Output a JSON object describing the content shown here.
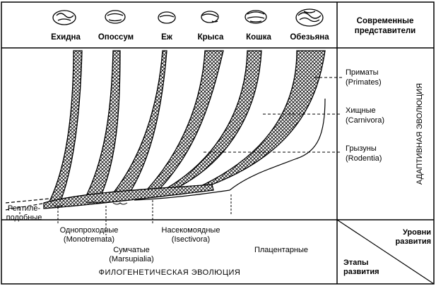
{
  "header": {
    "species": [
      "Ехидна",
      "Опоссум",
      "Еж",
      "Крыса",
      "Кошка",
      "Обезьяна"
    ],
    "right_label": [
      "Современные",
      "представители"
    ]
  },
  "orders": [
    {
      "ru": "Приматы",
      "lat": "(Primates)"
    },
    {
      "ru": "Хищные",
      "lat": "(Carnivora)"
    },
    {
      "ru": "Грызуны",
      "lat": "(Rodentia)"
    }
  ],
  "adaptive_label": "АДАПТИВНАЯ ЭВОЛЮЦИЯ",
  "bottom_groups": {
    "reptile": [
      "Рептиле-",
      "подобные"
    ],
    "monotremes": [
      "Однопроходные",
      "(Monotremata)"
    ],
    "marsupials": [
      "Сумчатые",
      "(Marsupialia)"
    ],
    "insectivores": [
      "Насекомоядные",
      "(Isectivora)"
    ],
    "placentals": "Плацентарные"
  },
  "corner": {
    "levels": [
      "Уровни",
      "развития"
    ],
    "stages": [
      "Этапы",
      "развития"
    ]
  },
  "phylo_label": "ФИЛОГЕНЕТИЧЕСКАЯ ЭВОЛЮЦИЯ"
}
